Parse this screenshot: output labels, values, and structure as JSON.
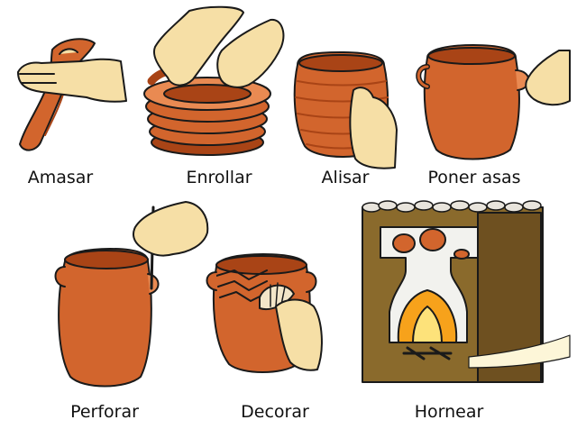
{
  "colors": {
    "clay": "#d2652d",
    "clay_dark": "#a94416",
    "clay_light": "#e98a52",
    "skin": "#f6dfa6",
    "outline": "#1a1a1a",
    "soil": "#8a6a2c",
    "fire": "#f7a21b"
  },
  "steps": [
    {
      "label": "Amasar"
    },
    {
      "label": "Enrollar"
    },
    {
      "label": "Alisar"
    },
    {
      "label": "Poner asas"
    },
    {
      "label": "Perforar"
    },
    {
      "label": "Decorar"
    },
    {
      "label": "Hornear"
    }
  ]
}
